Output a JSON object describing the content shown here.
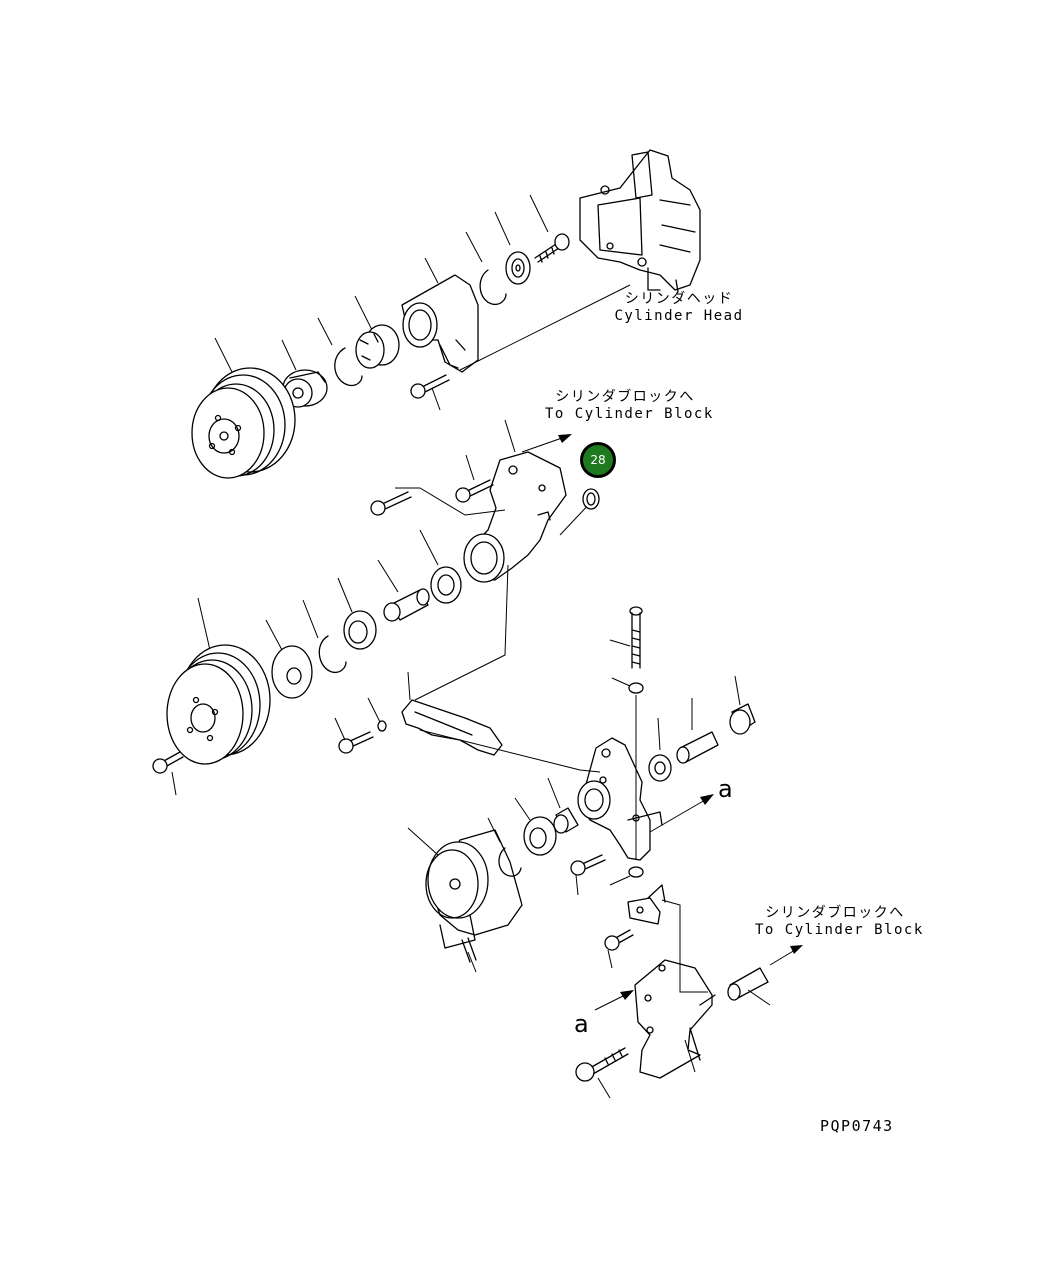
{
  "labels": {
    "cylinder_head_jp": "シリンダヘッド",
    "cylinder_head_en": "Cylinder Head",
    "cylinder_block_1_jp": "シリンダブロックへ",
    "cylinder_block_1_en": "To Cylinder Block",
    "cylinder_block_2_jp": "シリンダブロックへ",
    "cylinder_block_2_en": "To Cylinder Block",
    "ref_a_1": "a",
    "ref_a_2": "a"
  },
  "callout": {
    "number": "28",
    "color": "#1f7a1f"
  },
  "drawing_code": "PQP0743"
}
